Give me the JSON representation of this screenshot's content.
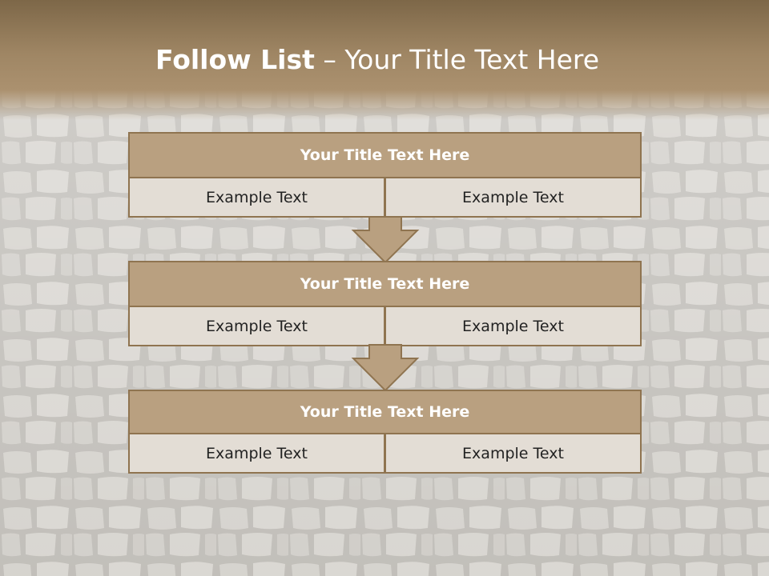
{
  "slide": {
    "title_bold": "Follow List",
    "title_rest": " – Your Title Text Here"
  },
  "steps": [
    {
      "title": "Your Title Text Here",
      "left": "Example Text",
      "right": "Example Text"
    },
    {
      "title": "Your Title Text Here",
      "left": "Example Text",
      "right": "Example Text"
    },
    {
      "title": "Your Title Text Here",
      "left": "Example Text",
      "right": "Example Text"
    }
  ],
  "colors": {
    "header_band": "#9f8664",
    "box_title": "#b9a080",
    "box_border": "#8f7450",
    "cell_fill": "#e3ddd5",
    "arrow_fill": "#b9a080"
  },
  "icons": [
    "down-arrow-icon"
  ]
}
